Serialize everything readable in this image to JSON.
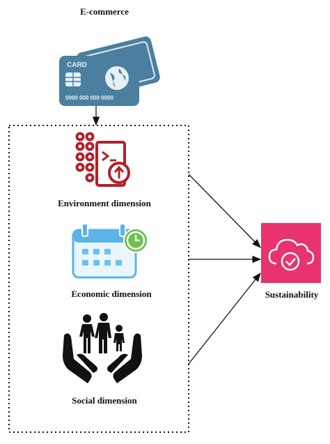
{
  "title": "E-commerce",
  "card": {
    "text": "CARD",
    "number": "0000 000 000 0000"
  },
  "dimensions": [
    {
      "label": "Environment dimension"
    },
    {
      "label": "Economic dimension"
    },
    {
      "label": "Social dimension"
    }
  ],
  "target": {
    "label": "Sustainability"
  },
  "colors": {
    "card_blue": "#4a7fa0",
    "env_red": "#b3202a",
    "calendar_blue": "#5ab4e6",
    "clock_green": "#6cc04a",
    "sustainability_pink": "#e8336f"
  },
  "icons": [
    "credit-card-icon",
    "environment-icon",
    "calendar-clock-icon",
    "family-hands-icon",
    "cloud-check-icon"
  ]
}
